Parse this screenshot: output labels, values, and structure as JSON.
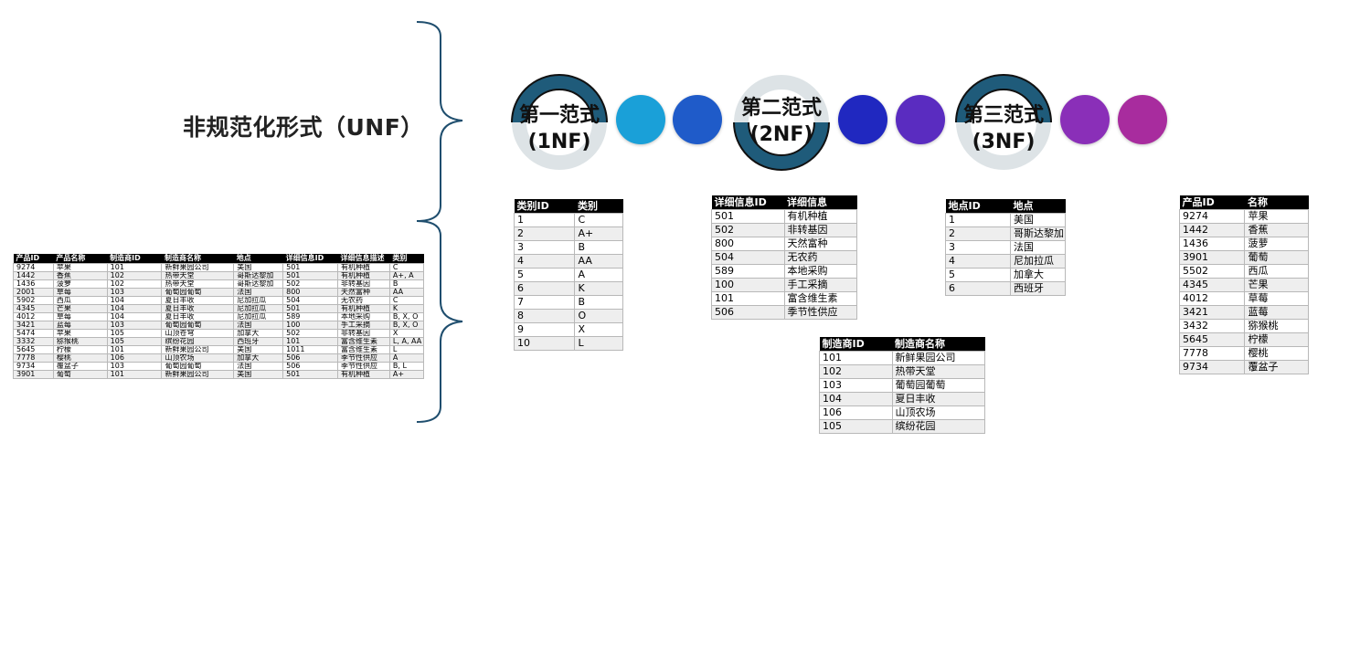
{
  "unf": {
    "title": "非规范化形式（UNF）",
    "headers": [
      "产品ID",
      "产品名称",
      "制造商ID",
      "制造商名称",
      "地点",
      "详细信息ID",
      "详细信息描述",
      "类别"
    ],
    "rows": [
      [
        "9274",
        "苹果",
        "101",
        "新鲜果园公司",
        "美国",
        "501",
        "有机种植",
        "C"
      ],
      [
        "1442",
        "香蕉",
        "102",
        "热带天堂",
        "哥斯达黎加",
        "501",
        "有机种植",
        "A+, A"
      ],
      [
        "1436",
        "菠萝",
        "102",
        "热带天堂",
        "哥斯达黎加",
        "502",
        "非转基因",
        "B"
      ],
      [
        "2001",
        "草莓",
        "103",
        "葡萄园葡萄",
        "法国",
        "800",
        "天然富种",
        "AA"
      ],
      [
        "5902",
        "西瓜",
        "104",
        "夏日丰收",
        "尼加拉瓜",
        "504",
        "无农药",
        "C"
      ],
      [
        "4345",
        "芒果",
        "104",
        "夏日丰收",
        "尼加拉瓜",
        "501",
        "有机种植",
        "K"
      ],
      [
        "4012",
        "草莓",
        "104",
        "夏日丰收",
        "尼加拉瓜",
        "589",
        "本地采购",
        "B, X, O"
      ],
      [
        "3421",
        "蓝莓",
        "103",
        "葡萄园葡萄",
        "法国",
        "100",
        "手工采摘",
        "B, X, O"
      ],
      [
        "5474",
        "苹果",
        "105",
        "山顶苍穹",
        "加拿大",
        "502",
        "非转基因",
        "X"
      ],
      [
        "3332",
        "猕猴桃",
        "105",
        "缤纷花园",
        "西班牙",
        "101",
        "富含维生素",
        "L, A, AA"
      ],
      [
        "5645",
        "柠檬",
        "101",
        "新鲜果园公司",
        "美国",
        "1011",
        "富含维生素",
        "L"
      ],
      [
        "7778",
        "樱桃",
        "106",
        "山顶农场",
        "加拿大",
        "506",
        "季节性供应",
        "A"
      ],
      [
        "9734",
        "覆盆子",
        "103",
        "葡萄园葡萄",
        "法国",
        "506",
        "季节性供应",
        "B, L"
      ],
      [
        "3901",
        "葡萄",
        "101",
        "新鲜果园公司",
        "美国",
        "501",
        "有机种植",
        "A+"
      ]
    ]
  },
  "stages": [
    {
      "label_line1": "第一范式",
      "label_line2": "(1NF)"
    },
    {
      "label_line1": "第二范式",
      "label_line2": "(2NF)"
    },
    {
      "label_line1": "第三范式",
      "label_line2": "(3NF)"
    }
  ],
  "colors": {
    "ring_dark": "#1f5b7a",
    "ring_light": "#dde3e6",
    "dots": [
      "#1aa0d8",
      "#1f5bc9",
      "#2028c0",
      "#5a2cc0",
      "#8a2fb8",
      "#a82c9e"
    ]
  },
  "table_category": {
    "headers": [
      "类别ID",
      "类别"
    ],
    "rows": [
      [
        "1",
        "C"
      ],
      [
        "2",
        "A+"
      ],
      [
        "3",
        "B"
      ],
      [
        "4",
        "AA"
      ],
      [
        "5",
        "A"
      ],
      [
        "6",
        "K"
      ],
      [
        "7",
        "B"
      ],
      [
        "8",
        "O"
      ],
      [
        "9",
        "X"
      ],
      [
        "10",
        "L"
      ]
    ]
  },
  "table_details": {
    "headers": [
      "详细信息ID",
      "详细信息"
    ],
    "rows": [
      [
        "501",
        "有机种植"
      ],
      [
        "502",
        "非转基因"
      ],
      [
        "800",
        "天然富种"
      ],
      [
        "504",
        "无农药"
      ],
      [
        "589",
        "本地采购"
      ],
      [
        "100",
        "手工采摘"
      ],
      [
        "101",
        "富含维生素"
      ],
      [
        "506",
        "季节性供应"
      ]
    ]
  },
  "table_manufacturer": {
    "headers": [
      "制造商ID",
      "制造商名称"
    ],
    "rows": [
      [
        "101",
        "新鲜果园公司"
      ],
      [
        "102",
        "热带天堂"
      ],
      [
        "103",
        "葡萄园葡萄"
      ],
      [
        "104",
        "夏日丰收"
      ],
      [
        "106",
        "山顶农场"
      ],
      [
        "105",
        "缤纷花园"
      ]
    ]
  },
  "table_location": {
    "headers": [
      "地点ID",
      "地点"
    ],
    "rows": [
      [
        "1",
        "美国"
      ],
      [
        "2",
        "哥斯达黎加"
      ],
      [
        "3",
        "法国"
      ],
      [
        "4",
        "尼加拉瓜"
      ],
      [
        "5",
        "加拿大"
      ],
      [
        "6",
        "西班牙"
      ]
    ]
  },
  "table_product": {
    "headers": [
      "产品ID",
      "名称"
    ],
    "rows": [
      [
        "9274",
        "苹果"
      ],
      [
        "1442",
        "香蕉"
      ],
      [
        "1436",
        "菠萝"
      ],
      [
        "3901",
        "葡萄"
      ],
      [
        "5502",
        "西瓜"
      ],
      [
        "4345",
        "芒果"
      ],
      [
        "4012",
        "草莓"
      ],
      [
        "3421",
        "蓝莓"
      ],
      [
        "3432",
        "猕猴桃"
      ],
      [
        "5645",
        "柠檬"
      ],
      [
        "7778",
        "樱桃"
      ],
      [
        "9734",
        "覆盆子"
      ]
    ]
  }
}
